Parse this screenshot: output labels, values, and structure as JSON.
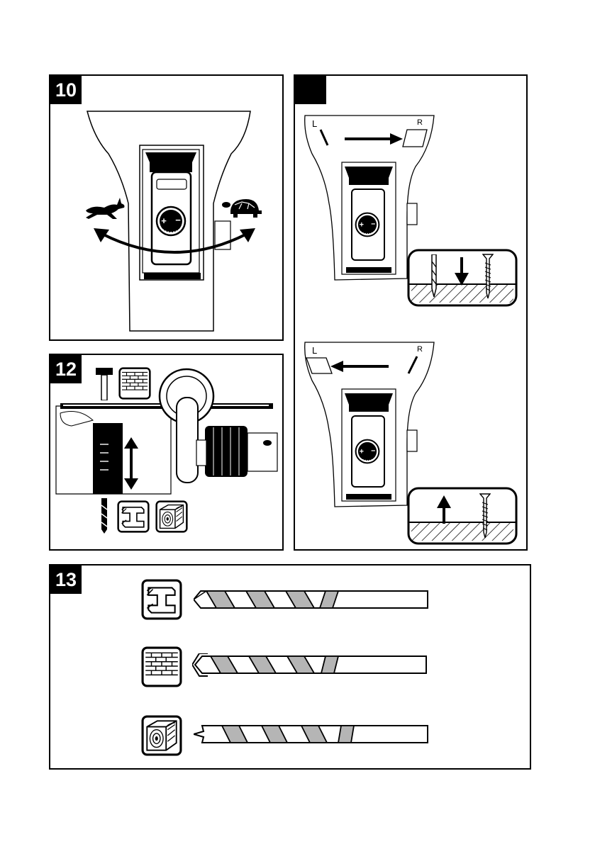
{
  "panels": {
    "p10": {
      "number": "10"
    },
    "p11": {
      "number": "",
      "label_left": "L",
      "label_right": "R"
    },
    "p12": {
      "number": "12"
    },
    "p13": {
      "number": "13"
    }
  },
  "icons": {
    "p10": [
      "hare-icon",
      "tortoise-icon",
      "double-arrow-icon",
      "speed-dial-icon"
    ],
    "p11": [
      "direction-arrow-right-icon",
      "direction-arrow-left-icon",
      "drill-bit-icon",
      "screw-icon",
      "arrow-down-icon",
      "arrow-up-icon"
    ],
    "p12": [
      "hammer-icon",
      "brick-wall-icon",
      "drill-bit-icon",
      "steel-beam-icon",
      "wood-icon",
      "depth-arrow-icon"
    ],
    "p13": [
      "steel-beam-icon",
      "brick-wall-icon",
      "wood-icon",
      "metal-drill-bit-icon",
      "masonry-drill-bit-icon",
      "wood-drill-bit-icon"
    ]
  },
  "colors": {
    "ink": "#000000",
    "shade": "#b5b5b5",
    "paper": "#ffffff"
  }
}
